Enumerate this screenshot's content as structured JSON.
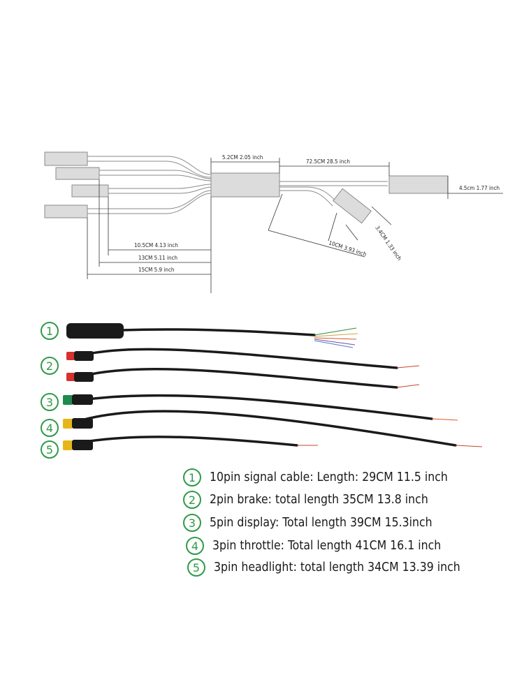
{
  "diagram": {
    "dims": {
      "d1": "5.2CM 2.05 inch",
      "d2": "72.5CM 28.5 inch",
      "d3": "4.5cm 1.77 inch",
      "d4": "3.4CM 1.33 inch",
      "d5": "10CM 3.93 inch",
      "d6": "10.5CM 4.13 inch",
      "d7": "13CM 5.11 inch",
      "d8": "15CM 5.9 inch"
    }
  },
  "cables": [
    {
      "number": "1",
      "connector_color": "#1a1a1a"
    },
    {
      "number": "2",
      "connector_color": "#d6312f"
    },
    {
      "number": "3",
      "connector_color": "#1f8a4c"
    },
    {
      "number": "4",
      "connector_color": "#e6b619"
    },
    {
      "number": "5",
      "connector_color": "#e6b619"
    }
  ],
  "legend": [
    {
      "number": "1",
      "text": "10pin signal cable: Length: 29CM 11.5 inch"
    },
    {
      "number": "2",
      "text": "2pin brake: total length 35CM 13.8 inch"
    },
    {
      "number": "3",
      "text": "5pin display: Total length 39CM 15.3inch"
    },
    {
      "number": "4",
      "text": "3pin throttle: Total length 41CM 16.1 inch"
    },
    {
      "number": "5",
      "text": "3pin headlight: total length 34CM 13.39 inch"
    }
  ],
  "colors": {
    "accent_green": "#2f9a47",
    "cable_fill": "#dcdcdc",
    "cable_stroke": "#8a8a8a"
  }
}
